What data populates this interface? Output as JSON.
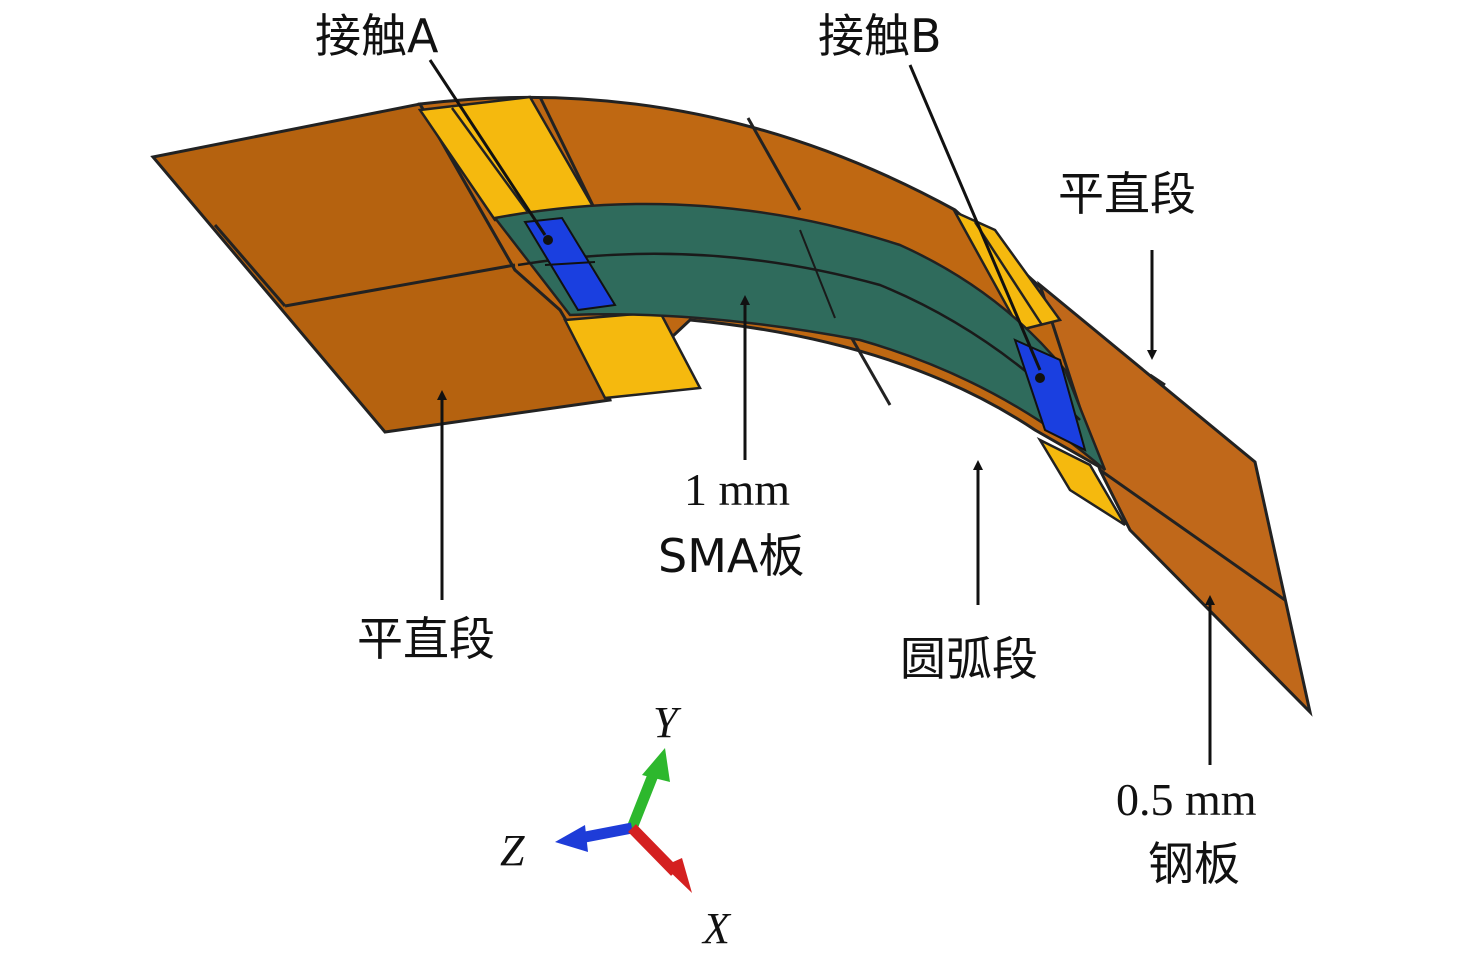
{
  "labels": {
    "contact_a": "接触A",
    "contact_b": "接触B",
    "straight_left": "平直段",
    "straight_right": "平直段",
    "arc_segment": "圆弧段",
    "sma_thickness": "1 mm",
    "sma_plate": "SMA板",
    "steel_thickness": "0.5 mm",
    "steel_plate": "钢板"
  },
  "axes": {
    "x_label": "X",
    "y_label": "Y",
    "z_label": "Z"
  },
  "colors": {
    "steel_plate": "#B5620F",
    "steel_plate_light": "#C06A12",
    "contact_zone": "#F5B90E",
    "sma_plate": "#2F6B5C",
    "contact_marker": "#1A3FE0",
    "axis_x": "#D42020",
    "axis_y": "#2DB82D",
    "axis_z": "#1E3CD8",
    "annotation": "#111111"
  }
}
